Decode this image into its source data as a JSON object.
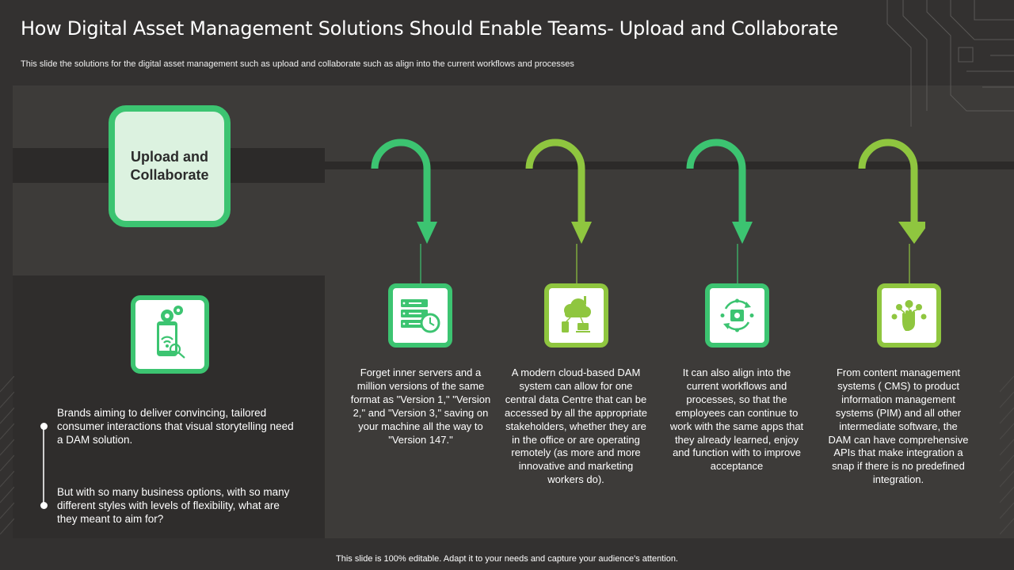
{
  "header": {
    "title": "How Digital Asset Management Solutions Should Enable Teams- Upload and Collaborate",
    "subtitle": "This slide the solutions for the digital asset management such as upload and collaborate such as align into the current workflows and processes"
  },
  "feature": {
    "label": "Upload and Collaborate",
    "icon": "smartphone-gears-search-icon"
  },
  "bullets": [
    {
      "text": "Brands aiming to deliver convincing, tailored consumer interactions that visual storytelling need a DAM solution."
    },
    {
      "text": "But with so many business options, with so many different styles with levels of flexibility, what are they meant to aim for?"
    }
  ],
  "steps": [
    {
      "icon": "server-clock-icon",
      "color": "#3cc471",
      "text": "Forget inner servers and a million versions of the same format as \"Version 1,\" \"Version 2,\" and \"Version 3,\" saving on your machine all the way to \"Version 147.\""
    },
    {
      "icon": "cloud-devices-icon",
      "color": "#8fc63f",
      "text": "A modern cloud-based DAM system can allow for one central data Centre that can be accessed by all the appropriate stakeholders, whether they are in the office or are operating remotely (as more and more innovative and marketing workers do)."
    },
    {
      "icon": "workflow-cycle-icon",
      "color": "#3cc471",
      "text": "It can also align into the current workflows and processes, so that the employees can continue to work with the same apps that they already learned, enjoy and function with to improve acceptance"
    },
    {
      "icon": "hand-integration-icon",
      "color": "#8fc63f",
      "text": "From content management systems ( CMS) to product information management systems (PIM) and all other intermediate software, the DAM can have comprehensive APIs that make integration a snap if there is no predefined integration."
    }
  ],
  "footer": {
    "text": "This slide is 100% editable. Adapt it to your needs and capture your audience's attention."
  },
  "colors": {
    "background": "#333130",
    "accent_green": "#3cc471",
    "accent_lime": "#8fc63f"
  }
}
